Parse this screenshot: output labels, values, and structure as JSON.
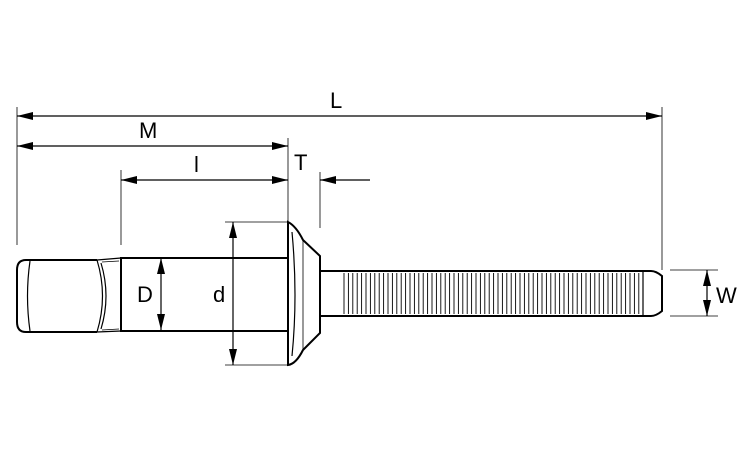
{
  "labels": {
    "L": "L",
    "M": "M",
    "l": "l",
    "T": "T",
    "D": "D",
    "d": "d",
    "W": "W"
  }
}
